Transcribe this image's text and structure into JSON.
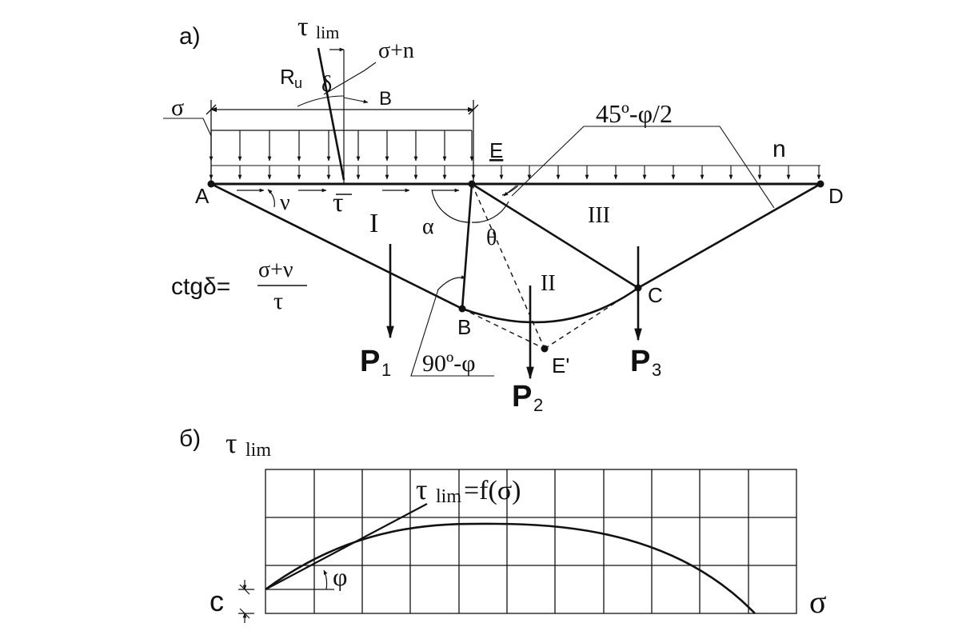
{
  "panel_a": {
    "panel_label": "а)",
    "tau_lim": "τ",
    "tau_lim_sub": "lim",
    "sigma_plus_n": "σ+n",
    "R_u": "R",
    "R_u_sub": "u",
    "delta": "δ",
    "width_B": "B",
    "sigma": "σ",
    "angle_45": "45º-φ/2",
    "point_E": "E",
    "load_n": "n",
    "point_A": "A",
    "point_D": "D",
    "nu": "ν",
    "tau": "τ",
    "zone_I": "I",
    "alpha": "α",
    "theta": "θ",
    "zone_III": "III",
    "zone_II": "II",
    "formula_lhs": "ctgδ=",
    "formula_num": "σ+ν",
    "formula_den": "τ",
    "point_B": "B",
    "point_C": "C",
    "P1": "P",
    "P1_sub": "1",
    "angle_90": "90º-φ",
    "P2": "P",
    "P2_sub": "2",
    "point_E_prime": "E'",
    "P3": "P",
    "P3_sub": "3"
  },
  "panel_b": {
    "panel_label": "б)",
    "y_axis": "τ",
    "y_axis_sub": "lim",
    "curve_label": "τ",
    "curve_label_sub": "lim",
    "curve_label_rest": "=f(σ)",
    "phi": "φ",
    "c": "c",
    "x_axis": "σ"
  },
  "colors": {
    "ink": "#111111",
    "background": "#ffffff"
  }
}
